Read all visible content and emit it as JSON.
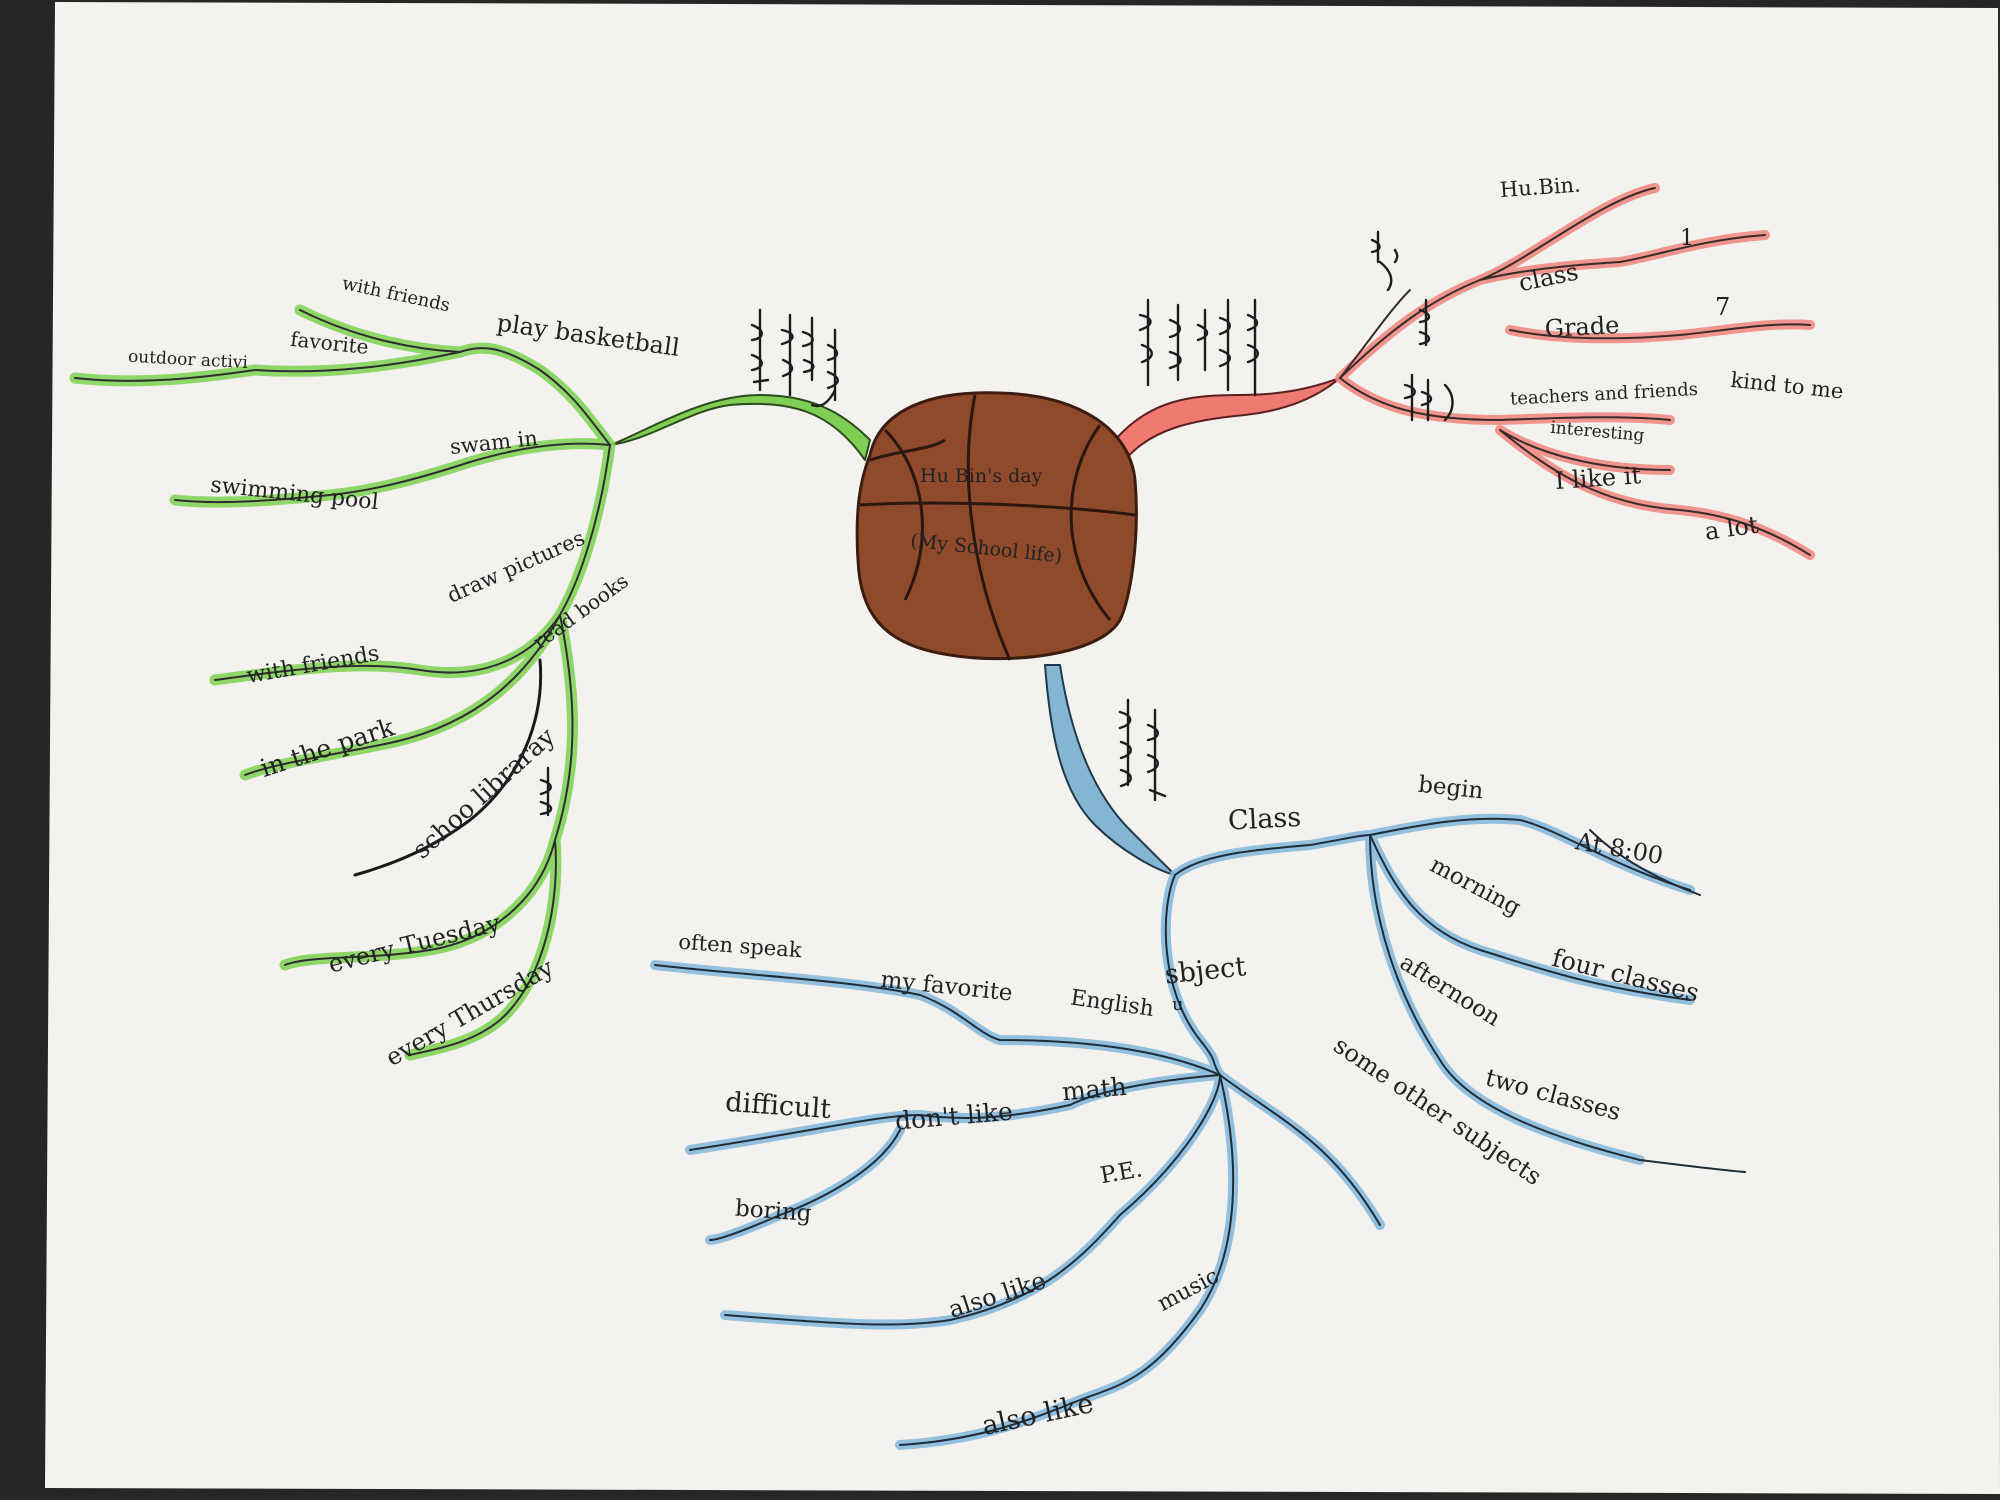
{
  "central": {
    "line1": "Hu Bin's day",
    "line2": "(My School life)"
  },
  "colors": {
    "paper": "#f4f3ef",
    "green": "#7fcf55",
    "red": "#ee7a72",
    "blue": "#84b6d3",
    "ball": "#8e4a2b",
    "ink": "#222222"
  },
  "red_branch": {
    "name": "Hu.Bin.",
    "class_label": "class",
    "class_value": "1",
    "grade_label": "Grade",
    "grade_value": "7",
    "teachers": "teachers and friends",
    "kind": "kind to me",
    "interesting": "interesting",
    "like_it": "I like it",
    "a_lot": "a lot"
  },
  "green_branch": {
    "with_friends_top": "with friends",
    "play_basketball": "play  basketball",
    "favorite": "favorite",
    "outdoor": "outdoor activi",
    "swam_in": "swam in",
    "swimming_pool": "swimming  pool",
    "draw_pictures": "draw pictures",
    "read_books": "read books",
    "with_friends": "with  friends",
    "in_the_park": "in the park",
    "school_library": "schoo  libraray",
    "every_tuesday": "every  Tuesday",
    "every_thursday": "every  Thursday"
  },
  "blue_branch": {
    "class": "Class",
    "begin": "begin",
    "at_800": "At 8:00",
    "morning": "morning",
    "four_classes": "four classes",
    "afternoon": "afternoon",
    "two_classes": "two   classes",
    "subject": "sbject",
    "subject_u": "u",
    "often_speak": "often speak",
    "my_favorite": "my favorite",
    "english": "English",
    "difficult": "difficult",
    "dont_like": "don't like",
    "math": "math",
    "boring": "boring",
    "pe": "P.E.",
    "also_like_1": "also  like",
    "music": "music",
    "also_like_2": "also  like",
    "some_other": "some other subjects"
  }
}
